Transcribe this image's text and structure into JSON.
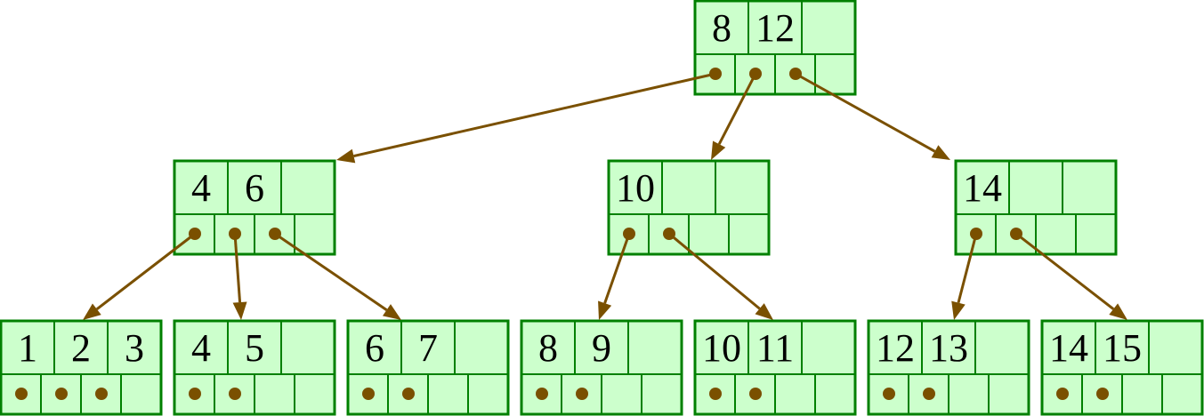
{
  "colors": {
    "node_fill": "#ccffcc",
    "node_border": "#008000",
    "pointer": "#7a5000",
    "text": "#000000"
  },
  "tree": {
    "node_capacity": 3,
    "pointer_slots": 4,
    "nodes": [
      {
        "id": "root",
        "level": 0,
        "keys": [
          "8",
          "12"
        ],
        "pointer_count": 3,
        "children": [
          "n46",
          "n10",
          "n14"
        ]
      },
      {
        "id": "n46",
        "level": 1,
        "keys": [
          "4",
          "6"
        ],
        "pointer_count": 3,
        "children": [
          "l123",
          "l45",
          "l67"
        ]
      },
      {
        "id": "n10",
        "level": 1,
        "keys": [
          "10"
        ],
        "pointer_count": 2,
        "children": [
          "l89",
          "l1011"
        ]
      },
      {
        "id": "n14",
        "level": 1,
        "keys": [
          "14"
        ],
        "pointer_count": 2,
        "children": [
          "l1213",
          "l1415"
        ]
      },
      {
        "id": "l123",
        "level": 2,
        "keys": [
          "1",
          "2",
          "3"
        ],
        "pointer_count": 3,
        "children": []
      },
      {
        "id": "l45",
        "level": 2,
        "keys": [
          "4",
          "5"
        ],
        "pointer_count": 2,
        "children": []
      },
      {
        "id": "l67",
        "level": 2,
        "keys": [
          "6",
          "7"
        ],
        "pointer_count": 2,
        "children": []
      },
      {
        "id": "l89",
        "level": 2,
        "keys": [
          "8",
          "9"
        ],
        "pointer_count": 2,
        "children": []
      },
      {
        "id": "l1011",
        "level": 2,
        "keys": [
          "10",
          "11"
        ],
        "pointer_count": 2,
        "children": []
      },
      {
        "id": "l1213",
        "level": 2,
        "keys": [
          "12",
          "13"
        ],
        "pointer_count": 2,
        "children": []
      },
      {
        "id": "l1415",
        "level": 2,
        "keys": [
          "14",
          "15"
        ],
        "pointer_count": 2,
        "children": []
      }
    ]
  }
}
